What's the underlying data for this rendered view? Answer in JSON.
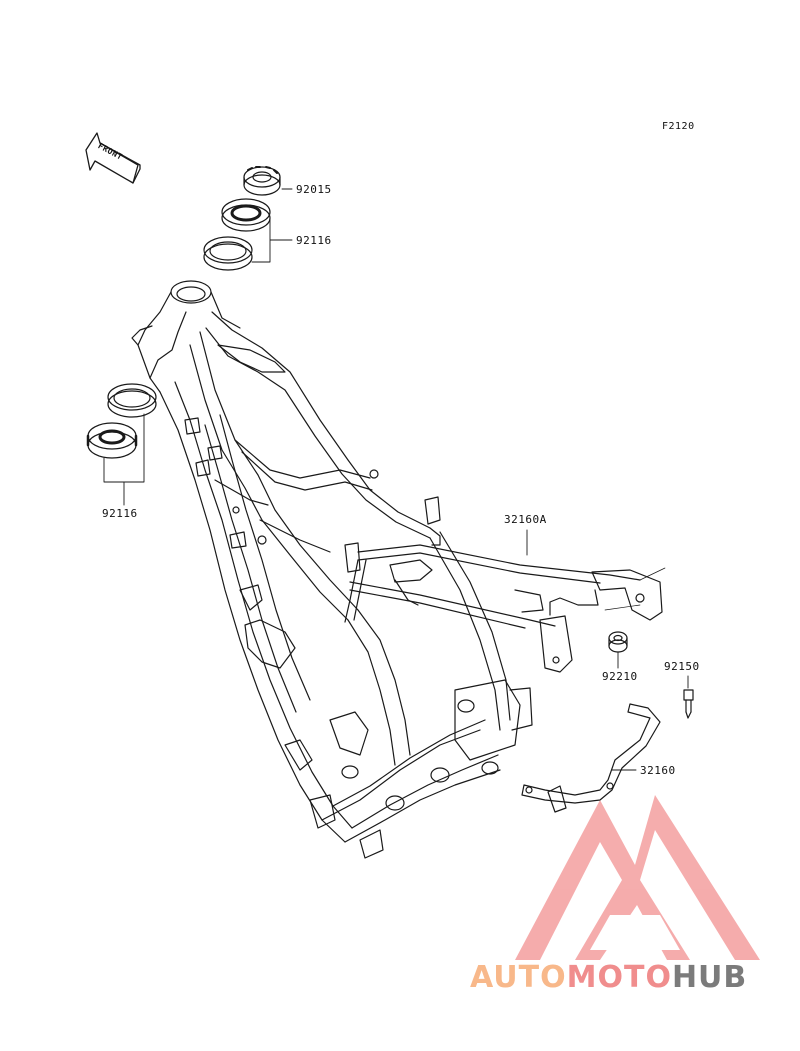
{
  "diagram": {
    "code": "F2120",
    "front_label": "FRONT",
    "parts": [
      {
        "id": "nut-top",
        "number": "92015"
      },
      {
        "id": "bearing-upper",
        "number": "92116"
      },
      {
        "id": "bearing-lower",
        "number": "92116"
      },
      {
        "id": "subframe",
        "number": "32160A"
      },
      {
        "id": "collar-nut",
        "number": "92210"
      },
      {
        "id": "bolt",
        "number": "92150"
      },
      {
        "id": "bracket",
        "number": "32160"
      }
    ]
  },
  "watermark": {
    "part1": "AUTO",
    "part2": "MOTO",
    "part3": "HUB",
    "colors": {
      "auto": "#f8b88a",
      "moto": "#f08d8d",
      "hub": "#7b7b7b",
      "triangle": "#f4a4a4"
    }
  }
}
